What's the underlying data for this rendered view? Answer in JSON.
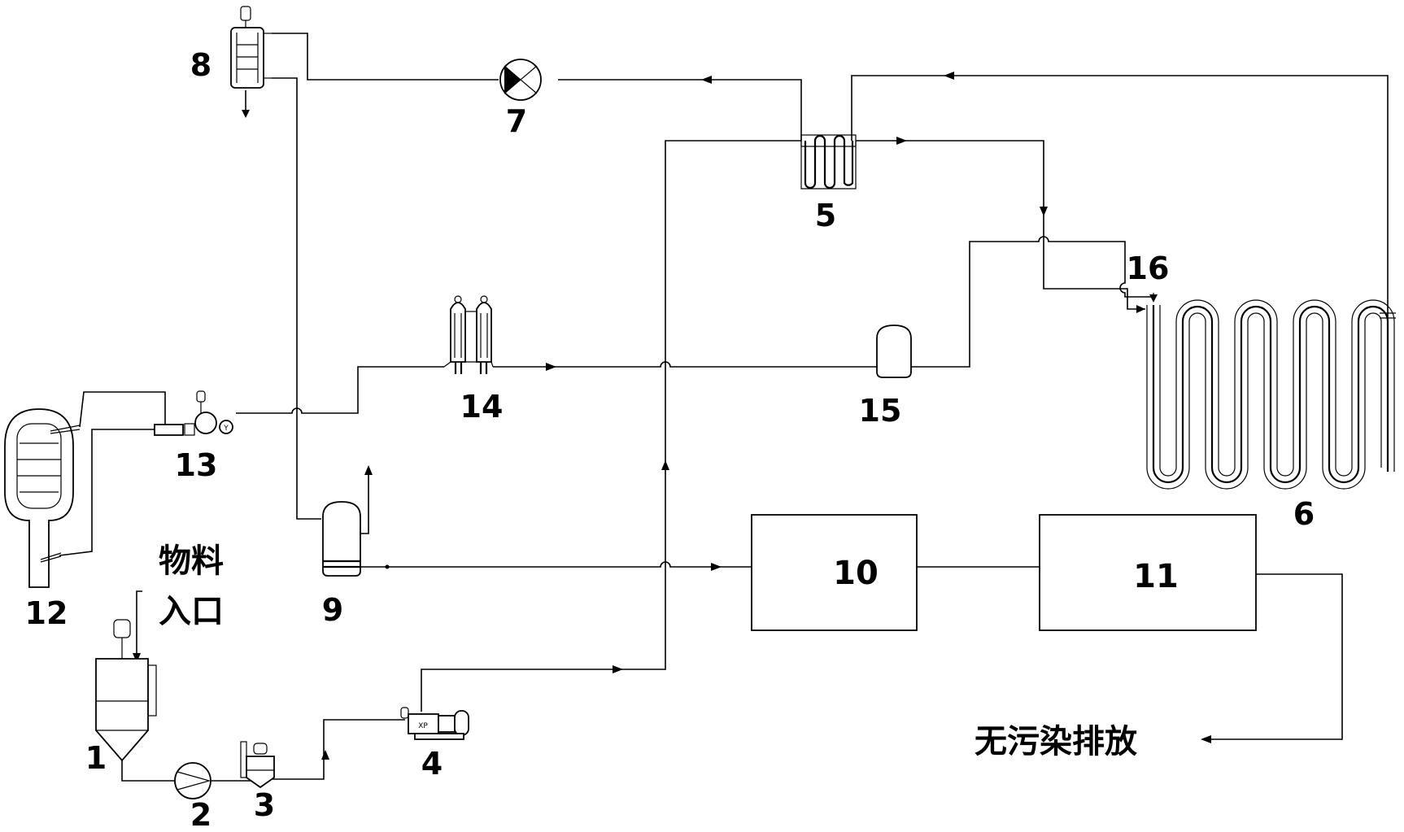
{
  "labels": {
    "n1": "1",
    "n2": "2",
    "n3": "3",
    "n4": "4",
    "n5": "5",
    "n6": "6",
    "n7": "7",
    "n8": "8",
    "n9": "9",
    "n10": "10",
    "n11": "11",
    "n12": "12",
    "n13": "13",
    "n14": "14",
    "n15": "15",
    "n16": "16"
  },
  "inlet": {
    "line1": "物料",
    "line2": "入口"
  },
  "outlet": "无污染排放"
}
